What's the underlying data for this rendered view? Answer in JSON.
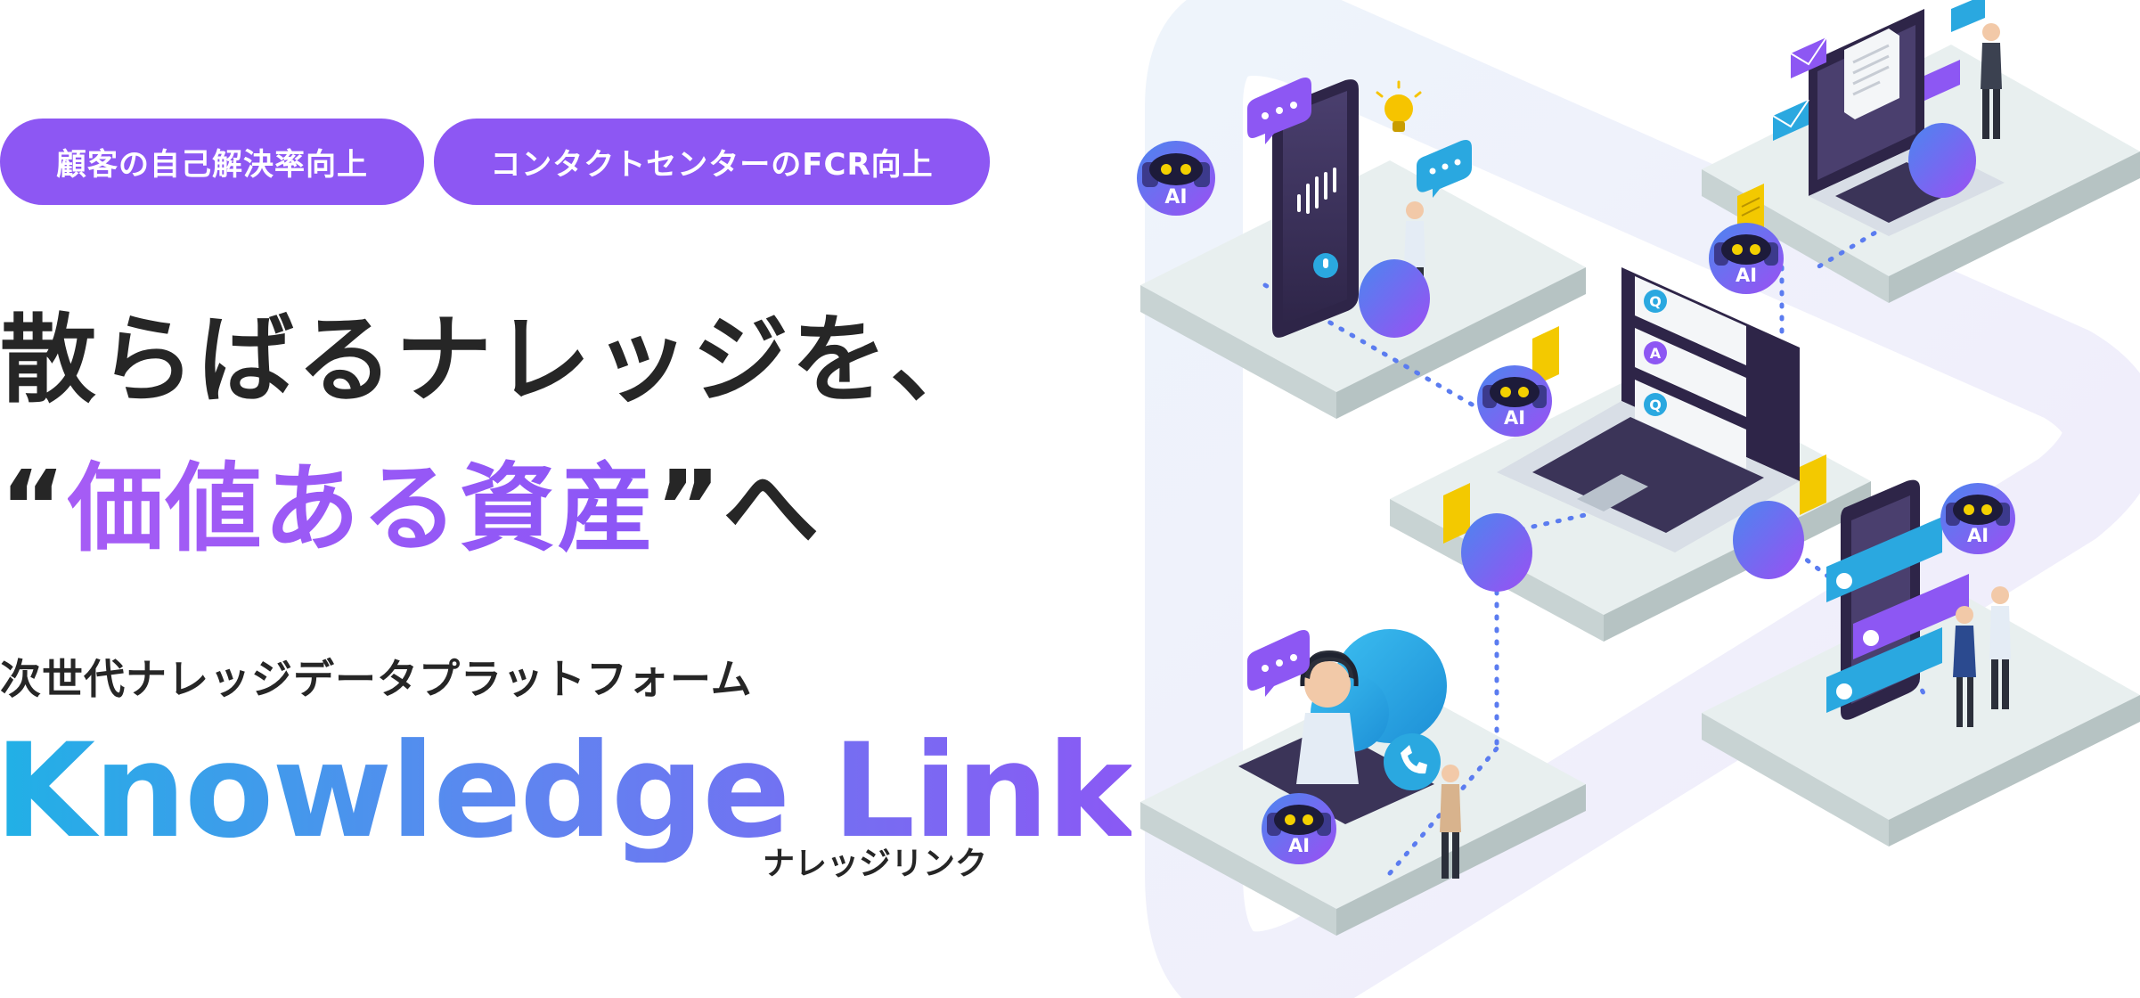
{
  "tags": [
    {
      "label": "顧客の自己解決率向上"
    },
    {
      "label": "コンタクトセンターのFCR向上"
    }
  ],
  "headline": {
    "line1": "散らばるナレッジを、",
    "open_quote": "“",
    "highlight": "価値ある資産",
    "close_quote": "”",
    "suffix": "へ"
  },
  "tagline": "次世代ナレッジデータプラットフォーム",
  "brand": {
    "name": "Knowledge Link",
    "reading": "ナレッジリンク"
  },
  "illustration": {
    "ai_label": "AI",
    "qa_labels": [
      "Q",
      "A",
      "Q"
    ],
    "icons": [
      "robot-icon",
      "lightbulb-icon",
      "chat-bubble-icon",
      "microphone-icon",
      "phone-icon",
      "laptop-icon",
      "smartphone-icon",
      "document-icon",
      "envelope-icon",
      "cloud-icon",
      "headset-icon"
    ]
  },
  "colors": {
    "accent_purple": "#8d57f3",
    "brand_blue": "#20b1e6",
    "brand_purple": "#8a59f4",
    "text_dark": "#262626",
    "platform": "#e4ecec",
    "ai_yellow": "#f3d000"
  }
}
